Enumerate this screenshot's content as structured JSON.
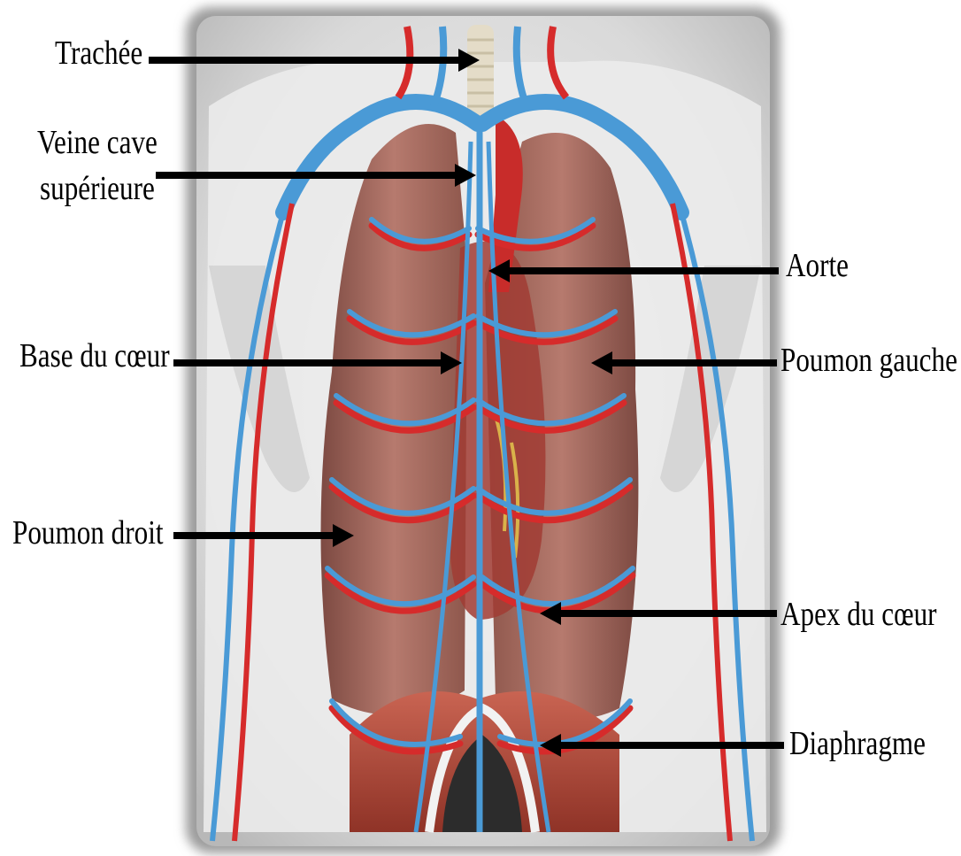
{
  "labels": {
    "trachee": "Trachée",
    "veine_cave_line1": "Veine cave",
    "veine_cave_line2": "supérieure",
    "aorte": "Aorte",
    "base_coeur": "Base du cœur",
    "poumon_gauche": "Poumon gauche",
    "poumon_droit": "Poumon droit",
    "apex_coeur": "Apex du cœur",
    "diaphragme": "Diaphragme"
  },
  "colors": {
    "artery": "#d62b2b",
    "vein": "#4a9ad6",
    "lung": "#a8675c",
    "diaphragm": "#b84a3c",
    "arrow": "#000000",
    "background": "#e6e6e6"
  }
}
